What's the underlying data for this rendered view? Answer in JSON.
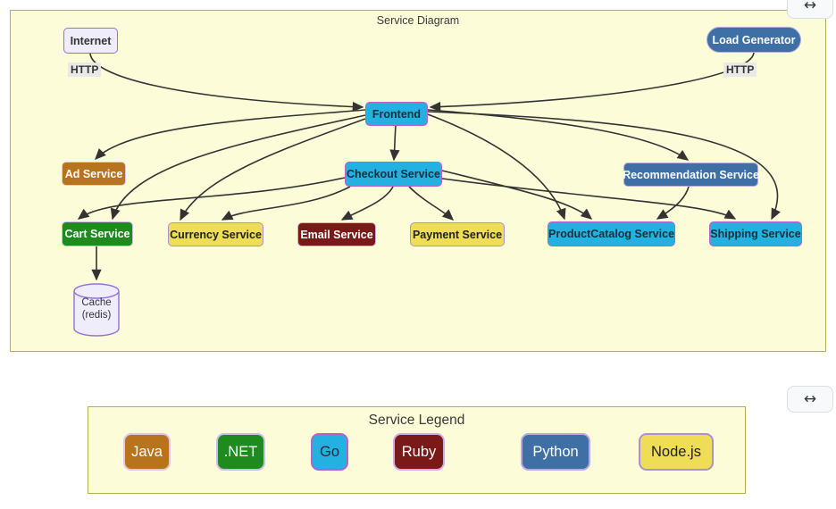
{
  "controls": {
    "expand_icon": "↔"
  },
  "diagram": {
    "title": "Service Diagram",
    "nodes": {
      "internet": {
        "label": "Internet",
        "color": "plain"
      },
      "load_generator": {
        "label": "Load Generator",
        "color": "python"
      },
      "frontend": {
        "label": "Frontend",
        "color": "go"
      },
      "ad_service": {
        "label": "Ad Service",
        "color": "java"
      },
      "checkout_service": {
        "label": "Checkout Service",
        "color": "go"
      },
      "recommendation_service": {
        "label": "Recommendation Service",
        "color": "python"
      },
      "cart_service": {
        "label": "Cart Service",
        "color": "dotnet"
      },
      "currency_service": {
        "label": "Currency Service",
        "color": "nodejs"
      },
      "email_service": {
        "label": "Email Service",
        "color": "ruby"
      },
      "payment_service": {
        "label": "Payment Service",
        "color": "nodejs"
      },
      "product_catalog_service": {
        "label": "ProductCatalog Service",
        "color": "go"
      },
      "shipping_service": {
        "label": "Shipping Service",
        "color": "go"
      },
      "cache": {
        "label": "Cache (redis)",
        "color": "plain"
      }
    },
    "edges": [
      {
        "from": "internet",
        "to": "frontend",
        "label": "HTTP"
      },
      {
        "from": "load_generator",
        "to": "frontend",
        "label": "HTTP"
      },
      {
        "from": "frontend",
        "to": "checkout_service"
      },
      {
        "from": "frontend",
        "to": "ad_service"
      },
      {
        "from": "frontend",
        "to": "cart_service"
      },
      {
        "from": "frontend",
        "to": "currency_service"
      },
      {
        "from": "frontend",
        "to": "recommendation_service"
      },
      {
        "from": "frontend",
        "to": "product_catalog_service"
      },
      {
        "from": "frontend",
        "to": "shipping_service"
      },
      {
        "from": "checkout_service",
        "to": "cart_service"
      },
      {
        "from": "checkout_service",
        "to": "currency_service"
      },
      {
        "from": "checkout_service",
        "to": "email_service"
      },
      {
        "from": "checkout_service",
        "to": "payment_service"
      },
      {
        "from": "checkout_service",
        "to": "product_catalog_service"
      },
      {
        "from": "checkout_service",
        "to": "shipping_service"
      },
      {
        "from": "recommendation_service",
        "to": "product_catalog_service"
      },
      {
        "from": "cart_service",
        "to": "cache"
      }
    ]
  },
  "legend": {
    "title": "Service Legend",
    "items": [
      {
        "label": "Java",
        "color": "java"
      },
      {
        "label": ".NET",
        "color": "dotnet"
      },
      {
        "label": "Go",
        "color": "go"
      },
      {
        "label": "Ruby",
        "color": "ruby"
      },
      {
        "label": "Python",
        "color": "python"
      },
      {
        "label": "Node.js",
        "color": "nodejs"
      }
    ]
  },
  "colors": {
    "java": {
      "bg": "#b8741c",
      "fg": "#ffffff",
      "border": "#d9c7ee"
    },
    "dotnet": {
      "bg": "#1f8b1f",
      "fg": "#ffffff",
      "border": "#cdbbe9"
    },
    "go": {
      "bg": "#22b1e0",
      "fg": "#16303c",
      "border": "#c05ec4"
    },
    "ruby": {
      "bg": "#7b1818",
      "fg": "#ffffff",
      "border": "#cdaee4"
    },
    "python": {
      "bg": "#3e6fa5",
      "fg": "#ffffff",
      "border": "#b9abdf"
    },
    "nodejs": {
      "bg": "#eedd55",
      "fg": "#222222",
      "border": "#ab90d8"
    },
    "plain": {
      "bg": "#efedfc",
      "fg": "#333333",
      "border": "#9370db"
    }
  }
}
